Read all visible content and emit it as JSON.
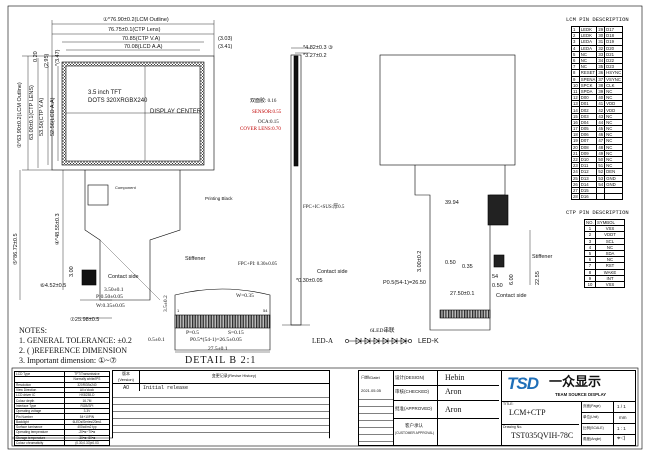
{
  "front_view": {
    "dim1": "①*76.90±0.2(LCM Outline)",
    "dim_ctp_lens": "76.75±0.1(CTP Lens)",
    "dim_ctp_va": "70.85(CTP V.A)",
    "dim_lcd_aa": "70.08(LCD A.A)",
    "ref_303": "(3.03)",
    "ref_341": "(3.41)",
    "v_020": "0.20",
    "v_295": "(2.95)",
    "v_347": "*(3.47)",
    "v_lcm": "②*63.90±0.2(LCM Outline)",
    "v_lens": "63.00±0.1(CTP LENS)",
    "v_ctpva": "53.50(CTP V.A)",
    "v_lcdaa": "52.56(LCD A.A)",
    "panel_line1": "3.5 inch TFT",
    "panel_line2": "DOTS 320XRGBX240",
    "display_center": "DISPLAY CENTER",
    "printing_black": "Printing Black",
    "component": "Component",
    "contact_side": "Contact side",
    "stiffener": "Stiffener",
    "v_8672": "⑤*86.72±0.5",
    "v_4855": "④*48.55±0.3",
    "v_300": "3.00",
    "d6": "⑥4.52±0.5",
    "d7": "⑦25.98±0.5",
    "w1": "3.50±0.1",
    "w2": "P:0.50±0.05",
    "w3": "W:0.35±0.05"
  },
  "side_view": {
    "t1": "*4.82±0.3 ③",
    "t2": "*3.27±0.2",
    "l1": "双面胶: 0.16",
    "l2": "SENSOR:0.55",
    "l3": "OCA:0.15",
    "l4": "COVER LENS:0.70",
    "fpc1": "FPC+IC+SUS:厚0.5",
    "fpc2": "FPC+PI: 0.30±0.05",
    "contact_side": "Contact side",
    "thk": "*0.30±0.05"
  },
  "back_view": {
    "d3994": "39.94",
    "d300": "3.00±0.2",
    "d050a": "0.50",
    "d035": "0.35",
    "pitch": "P0.5(54-1)=26.50",
    "n54": "54",
    "d050b": "0.50",
    "d2750": "27.50±0.1",
    "contact_side": "Contact side",
    "stiffener": "Stiffener",
    "d600": "6.00",
    "d2255": "22.55"
  },
  "detail_b": {
    "title": "DETAIL B  2:1",
    "h": "3.5±0.2",
    "w": "W=0.35",
    "p": "P=0.5",
    "s": "S=0.15",
    "pin1": "1",
    "pin54": "54",
    "edge": "0.5±0.1",
    "pitch": "P0.5*(54-1)=26.5±0.05",
    "total": "27.5±0.1"
  },
  "led": {
    "title": "6LED串联",
    "anode": "LED-A",
    "cathode": "LED-K"
  },
  "notes": {
    "title": "NOTES:",
    "n1": "1. GENERAL TOLERANCE: ±0.2",
    "n2": "2. (   )REFERENCE DIMENSION",
    "n3": "3. Important dimension: ①~⑦"
  },
  "lcm_pins": {
    "title": "LCM PIN DESCRIPTION",
    "rows": [
      [
        "1",
        "LEDK",
        "29",
        "D17"
      ],
      [
        "2",
        "LEDK",
        "30",
        "D18"
      ],
      [
        "3",
        "LEDA",
        "31",
        "D19"
      ],
      [
        "4",
        "LEDA",
        "32",
        "D20"
      ],
      [
        "5",
        "NC",
        "33",
        "D21"
      ],
      [
        "6",
        "NC",
        "34",
        "D22"
      ],
      [
        "7",
        "NC",
        "35",
        "D23"
      ],
      [
        "8",
        "RESET",
        "36",
        "HSYNC"
      ],
      [
        "9",
        "SPENA",
        "37",
        "VSYNC"
      ],
      [
        "10",
        "SPCK",
        "38",
        "CLK"
      ],
      [
        "11",
        "SPDA",
        "39",
        "NC"
      ],
      [
        "12",
        "D00",
        "40",
        "NC"
      ],
      [
        "13",
        "D01",
        "41",
        "VDD"
      ],
      [
        "14",
        "D02",
        "42",
        "VDD"
      ],
      [
        "15",
        "D03",
        "43",
        "NC"
      ],
      [
        "16",
        "D04",
        "44",
        "NC"
      ],
      [
        "17",
        "D05",
        "45",
        "NC"
      ],
      [
        "18",
        "D06",
        "46",
        "NC"
      ],
      [
        "19",
        "D07",
        "47",
        "NC"
      ],
      [
        "20",
        "D08",
        "48",
        "NC"
      ],
      [
        "21",
        "D09",
        "49",
        "NC"
      ],
      [
        "22",
        "D10",
        "50",
        "NC"
      ],
      [
        "23",
        "D11",
        "51",
        "NC"
      ],
      [
        "24",
        "D12",
        "52",
        "DEN"
      ],
      [
        "25",
        "D13",
        "53",
        "GND"
      ],
      [
        "26",
        "D14",
        "54",
        "GND"
      ],
      [
        "27",
        "D15",
        "",
        ""
      ],
      [
        "28",
        "D16",
        "",
        ""
      ]
    ]
  },
  "ctp_pins": {
    "title": "CTP PIN DESCRIPTION",
    "header": [
      "NO.",
      "SYMBOL"
    ],
    "rows": [
      [
        "1",
        "VSS"
      ],
      [
        "2",
        "VDDT"
      ],
      [
        "3",
        "SCL"
      ],
      [
        "4",
        "NC"
      ],
      [
        "5",
        "SDA"
      ],
      [
        "6",
        "NC"
      ],
      [
        "7",
        "RST"
      ],
      [
        "8",
        "WAKE"
      ],
      [
        "9",
        "INT"
      ],
      [
        "10",
        "VSS"
      ]
    ]
  },
  "spec_table": {
    "rows": [
      [
        "LCD Type",
        "TFT/Transmissive"
      ],
      [
        "",
        "Normally white/IPS"
      ],
      [
        "Resolution",
        "320RGBx240"
      ],
      [
        "View Direction",
        "All o'clock"
      ],
      [
        "LCD driver IC",
        "HX8238-D"
      ],
      [
        "Colour depth",
        "16.7M"
      ],
      [
        "Interface Type",
        "RGB/SPI"
      ],
      [
        "Operating voltage",
        "3.3V"
      ],
      [
        "Pin Number",
        "54+10PIN"
      ],
      [
        "Backlight",
        "6LEDs/Series/20mA"
      ],
      [
        "Surface luminance",
        "400cd/m2 typ"
      ],
      [
        "Operating temperature",
        "-20℃~70℃"
      ],
      [
        "Storage temperature",
        "-30℃~80℃"
      ],
      [
        "Colour chromaticity",
        "(0.30,0.33)±0.03"
      ]
    ]
  },
  "revision": {
    "version_header": "版本\n(Version)",
    "history_header": "变更记录(Revise History)",
    "version": "A0",
    "entry": "Initial release"
  },
  "title_block": {
    "date_label": "日期(Date)",
    "date": "2021.05.05",
    "design_label": "设计(DESIGN)",
    "design": "Hebin",
    "checked_label": "审核(CHECKED)",
    "checked": "Aron",
    "approved_label": "批准(APPROVED)",
    "approved": "Aron",
    "customer_label": "客户承认",
    "customer_label_en": "(CUSTOMER APPROVAL)",
    "logo_text": "TSD",
    "company_cn": "一众显示",
    "company_en": "TEAM SOURCE DISPLAY",
    "title_label": "TITLE:",
    "title": "LCM+CTP",
    "drawing_label": "Drawing No.",
    "drawing_no": "TST035QVIH-78C",
    "page_label": "页面(Page)",
    "page": "1 / 1",
    "unit_label": "单位(Unit)",
    "unit": "mm",
    "scale_label": "比例(SCALE)",
    "scale": "1 : 1",
    "angle_label": "角度(Angle)"
  },
  "colors": {
    "line": "#000000",
    "callout": "#c00000",
    "hatch": "#555555"
  }
}
